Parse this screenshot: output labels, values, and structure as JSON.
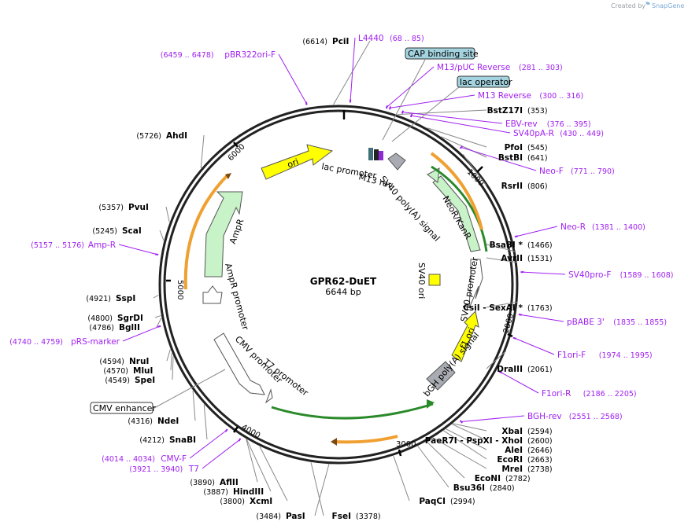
{
  "credit": {
    "prefix": "Created by",
    "brand": "SnapGene"
  },
  "plasmid": {
    "name": "GPR62-DuET",
    "length_text": "6644 bp",
    "length": 6644
  },
  "ticks": [
    "1000",
    "2000",
    "3000",
    "4000",
    "5000",
    "6000"
  ],
  "colors": {
    "primer": "#a020f0",
    "ring": "#222222",
    "cap_box": "#a3d3df",
    "lac_box": "#a3d3df"
  },
  "enzymes": [
    {
      "name": "PciI",
      "pos": "(6614)"
    },
    {
      "name": "BstZ17I",
      "pos": "(353)"
    },
    {
      "name": "PfoI",
      "pos": "(545)"
    },
    {
      "name": "BstBI",
      "pos": "(641)"
    },
    {
      "name": "RsrII",
      "pos": "(806)"
    },
    {
      "name": "BsaBI *",
      "pos": "(1466)"
    },
    {
      "name": "AvrII",
      "pos": "(1531)"
    },
    {
      "name": "CsiI - SexAI *",
      "pos": "(1763)"
    },
    {
      "name": "DraIII",
      "pos": "(2061)"
    },
    {
      "name": "XbaI",
      "pos": "(2594)"
    },
    {
      "name": "PaeR7I - PspXI - XhoI",
      "pos": "(2600)"
    },
    {
      "name": "AleI",
      "pos": "(2646)"
    },
    {
      "name": "EcoRI",
      "pos": "(2663)"
    },
    {
      "name": "MreI",
      "pos": "(2738)"
    },
    {
      "name": "EcoNI",
      "pos": "(2782)"
    },
    {
      "name": "Bsu36I",
      "pos": "(2840)"
    },
    {
      "name": "PaqCI",
      "pos": "(2994)"
    },
    {
      "name": "FseI",
      "pos": "(3378)"
    },
    {
      "name": "PasI",
      "pos": "(3484)"
    },
    {
      "name": "XcmI",
      "pos": "(3800)"
    },
    {
      "name": "HindIII",
      "pos": "(3887)"
    },
    {
      "name": "AflII",
      "pos": "(3890)"
    },
    {
      "name": "SnaBI",
      "pos": "(4212)"
    },
    {
      "name": "NdeI",
      "pos": "(4316)"
    },
    {
      "name": "SpeI",
      "pos": "(4549)"
    },
    {
      "name": "MluI",
      "pos": "(4570)"
    },
    {
      "name": "NruI",
      "pos": "(4594)"
    },
    {
      "name": "BglII",
      "pos": "(4786)"
    },
    {
      "name": "SgrDI",
      "pos": "(4800)"
    },
    {
      "name": "SspI",
      "pos": "(4921)"
    },
    {
      "name": "ScaI",
      "pos": "(5245)"
    },
    {
      "name": "PvuI",
      "pos": "(5357)"
    },
    {
      "name": "AhdI",
      "pos": "(5726)"
    }
  ],
  "primers": [
    {
      "name": "L4440",
      "range": "(68 .. 85)"
    },
    {
      "name": "M13/pUC Reverse",
      "range": "(281 .. 303)"
    },
    {
      "name": "M13 Reverse",
      "range": "(300 .. 316)"
    },
    {
      "name": "EBV-rev",
      "range": "(376 .. 395)"
    },
    {
      "name": "SV40pA-R",
      "range": "(430 .. 449)"
    },
    {
      "name": "Neo-F",
      "range": "(771 .. 790)"
    },
    {
      "name": "Neo-R",
      "range": "(1381 .. 1400)"
    },
    {
      "name": "SV40pro-F",
      "range": "(1589 .. 1608)"
    },
    {
      "name": "pBABE 3'",
      "range": "(1835 .. 1855)"
    },
    {
      "name": "F1ori-F",
      "range": "(1974 .. 1995)"
    },
    {
      "name": "F1ori-R",
      "range": "(2186 .. 2205)"
    },
    {
      "name": "BGH-rev",
      "range": "(2551 .. 2568)"
    },
    {
      "name": "T7",
      "range": "(3921 .. 3940)"
    },
    {
      "name": "CMV-F",
      "range": "(4014 .. 4034)"
    },
    {
      "name": "pRS-marker",
      "range": "(4740 .. 4759)"
    },
    {
      "name": "Amp-R",
      "range": "(5157 .. 5176)"
    },
    {
      "name": "pBR322ori-F",
      "range": "(6459 .. 6478)"
    }
  ],
  "boxed_features": {
    "cap": "CAP binding site",
    "lac_operator": "lac operator",
    "cmv_enhancer": "CMV enhancer"
  },
  "features": {
    "ori": "ori",
    "lac_promoter": "lac promoter",
    "m13_rev": "M13 rev",
    "sv40_polya": "SV40 poly(A) signal",
    "neor": "NeoR/KanR",
    "sv40_ori": "SV40 ori",
    "sv40_promoter": "SV40 promoter",
    "f1_ori": "f1 ori",
    "bgh_polya": "bGH poly(A) signal",
    "ampr": "AmpR",
    "ampr_promoter": "AmpR promoter",
    "cmv_promoter": "CMV promoter",
    "t7_promoter": "T7 promoter"
  }
}
